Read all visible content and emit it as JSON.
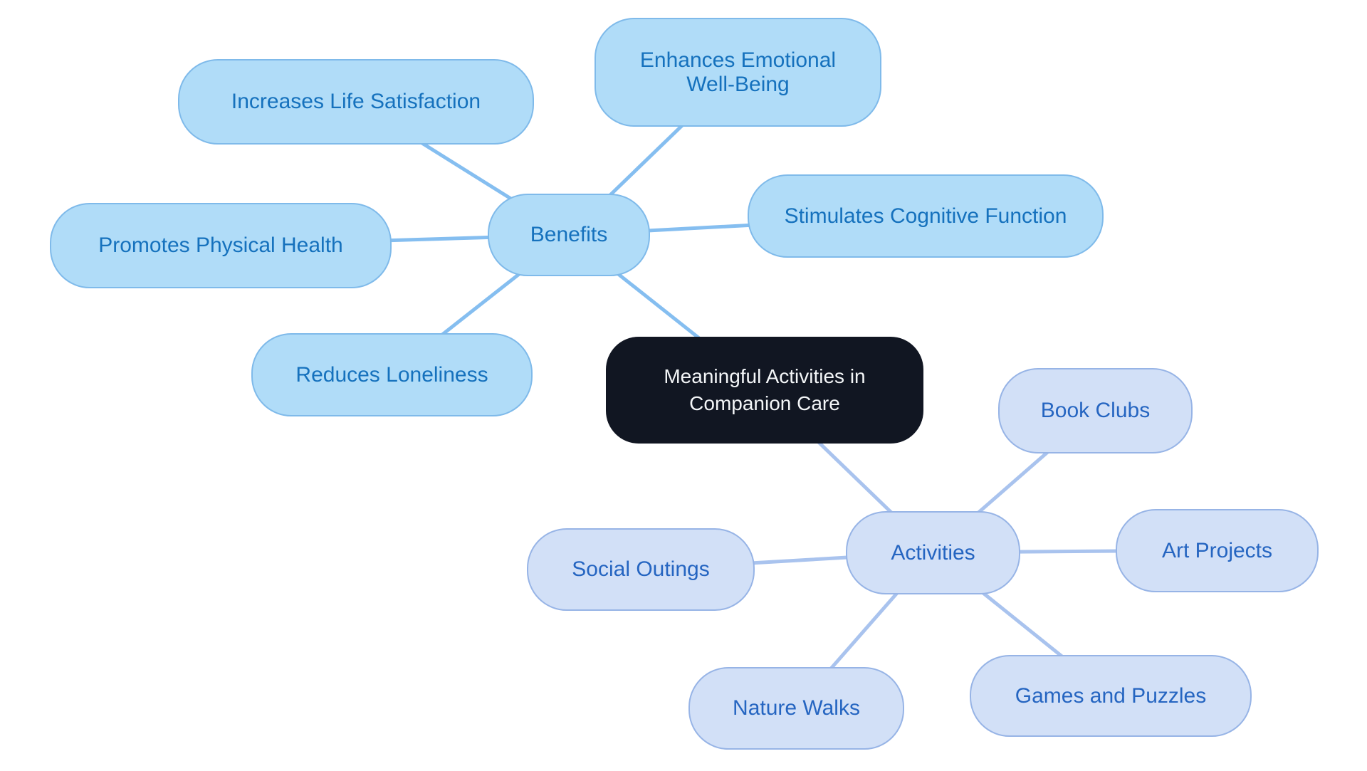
{
  "colors": {
    "background": "#ffffff",
    "center_fill": "#111622",
    "center_text": "#f4f6f8",
    "benefits_fill": "#b0dcf8",
    "benefits_border": "#7fbaea",
    "benefits_text": "#1571bd",
    "benefits_edge": "#85bef0",
    "activities_fill": "#d2e0f7",
    "activities_border": "#97b4e6",
    "activities_text": "#2565c1",
    "activities_edge": "#a9c3ee"
  },
  "nodes": {
    "center": {
      "label": "Meaningful Activities in Companion Care"
    },
    "benefits": {
      "label": "Benefits"
    },
    "increases_life_satisfaction": {
      "label": "Increases Life Satisfaction"
    },
    "enhances_emotional_well_being": {
      "label": "Enhances Emotional Well-Being"
    },
    "stimulates_cognitive_function": {
      "label": "Stimulates Cognitive Function"
    },
    "promotes_physical_health": {
      "label": "Promotes Physical Health"
    },
    "reduces_loneliness": {
      "label": "Reduces Loneliness"
    },
    "activities": {
      "label": "Activities"
    },
    "book_clubs": {
      "label": "Book Clubs"
    },
    "art_projects": {
      "label": "Art Projects"
    },
    "social_outings": {
      "label": "Social Outings"
    },
    "games_and_puzzles": {
      "label": "Games and Puzzles"
    },
    "nature_walks": {
      "label": "Nature Walks"
    }
  }
}
